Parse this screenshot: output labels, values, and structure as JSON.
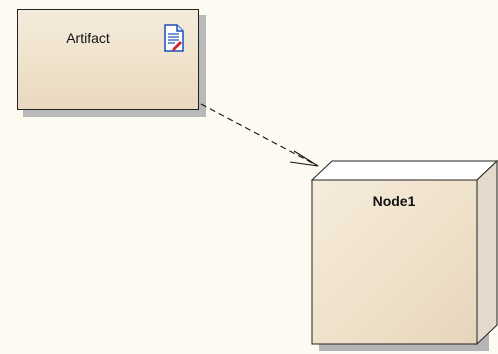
{
  "diagram": {
    "artifact": {
      "label": "Artifact",
      "icon": "document-artifact-icon"
    },
    "node": {
      "label": "Node1"
    },
    "connector": {
      "style": "dashed",
      "arrowhead": "open"
    },
    "colors": {
      "background": "#fdfaf1",
      "element_fill": "#efe2cb",
      "border": "#222222",
      "icon_accent": "#1a4fb5",
      "icon_mark": "#d21f2f"
    }
  }
}
